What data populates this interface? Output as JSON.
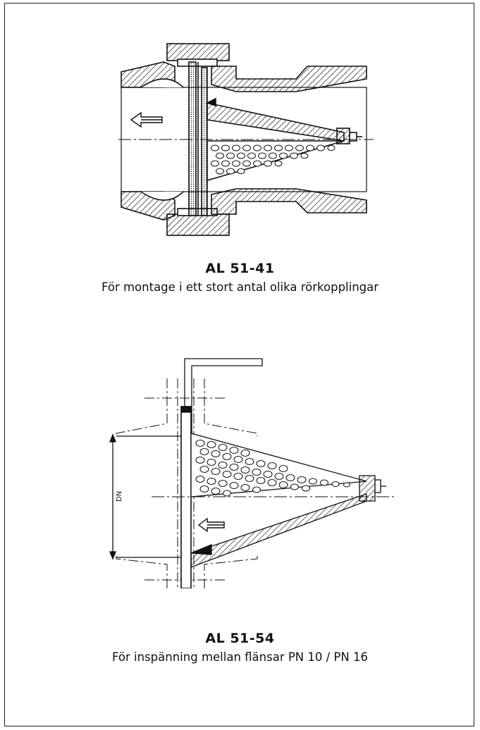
{
  "figures": [
    {
      "model": "AL 51-41",
      "description": "För montage i ett stort antal olika rörkopplingar"
    },
    {
      "model": "AL 51-54",
      "description": "För inspänning mellan flänsar PN 10 / PN 16",
      "dimension_label": "DN"
    }
  ]
}
